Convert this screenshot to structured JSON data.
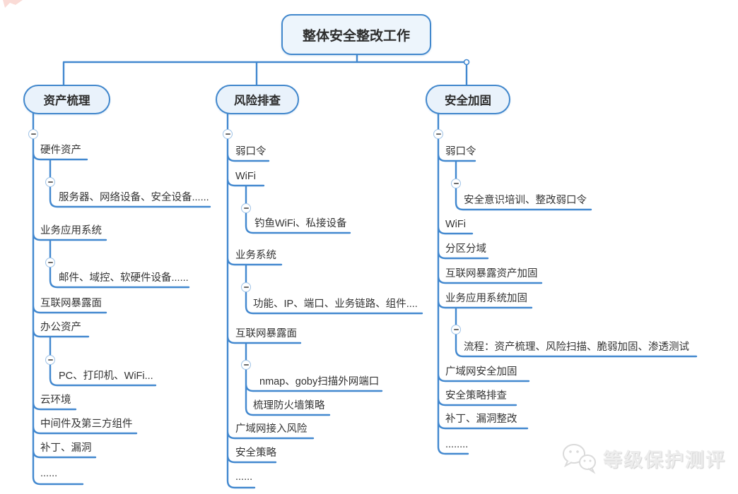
{
  "root": {
    "label": "整体安全整改工作"
  },
  "branches": [
    {
      "label": "资产梳理",
      "children": [
        {
          "label": "硬件资产",
          "children": [
            {
              "label": "服务器、网络设备、安全设备......"
            }
          ]
        },
        {
          "label": "业务应用系统",
          "children": [
            {
              "label": "邮件、域控、软硬件设备......"
            }
          ]
        },
        {
          "label": "互联网暴露面"
        },
        {
          "label": "办公资产",
          "children": [
            {
              "label": "PC、打印机、WiFi..."
            }
          ]
        },
        {
          "label": "云环境"
        },
        {
          "label": "中间件及第三方组件"
        },
        {
          "label": "补丁、漏洞"
        },
        {
          "label": "......"
        }
      ]
    },
    {
      "label": "风险排查",
      "children": [
        {
          "label": "弱口令"
        },
        {
          "label": "WiFi",
          "children": [
            {
              "label": "钓鱼WiFi、私接设备"
            }
          ]
        },
        {
          "label": "业务系统",
          "children": [
            {
              "label": "功能、IP、端口、业务链路、组件...."
            }
          ]
        },
        {
          "label": "互联网暴露面",
          "children": [
            {
              "label": "nmap、goby扫描外网端口"
            },
            {
              "label": "梳理防火墙策略"
            }
          ]
        },
        {
          "label": "广域网接入风险"
        },
        {
          "label": "安全策略"
        },
        {
          "label": "......"
        }
      ]
    },
    {
      "label": "安全加固",
      "children": [
        {
          "label": "弱口令",
          "children": [
            {
              "label": "安全意识培训、整改弱口令"
            }
          ]
        },
        {
          "label": "WiFi"
        },
        {
          "label": "分区分域"
        },
        {
          "label": "互联网暴露资产加固"
        },
        {
          "label": "业务应用系统加固",
          "children": [
            {
              "label": "流程：资产梳理、风险扫描、脆弱加固、渗透测试"
            }
          ]
        },
        {
          "label": "广域网安全加固"
        },
        {
          "label": "安全策略排查"
        },
        {
          "label": "补丁、漏洞整改"
        },
        {
          "label": "........"
        }
      ]
    }
  ],
  "watermark": {
    "text": "等级保护测评"
  },
  "icons": {
    "collapse": "minus-circle",
    "watermark_logo": "wechat-bubbles"
  },
  "colors": {
    "line": "#4288cf",
    "node_fill": "#e9f2fb",
    "node_border": "#4187cc",
    "text": "#333333",
    "watermark": "#ededed"
  }
}
